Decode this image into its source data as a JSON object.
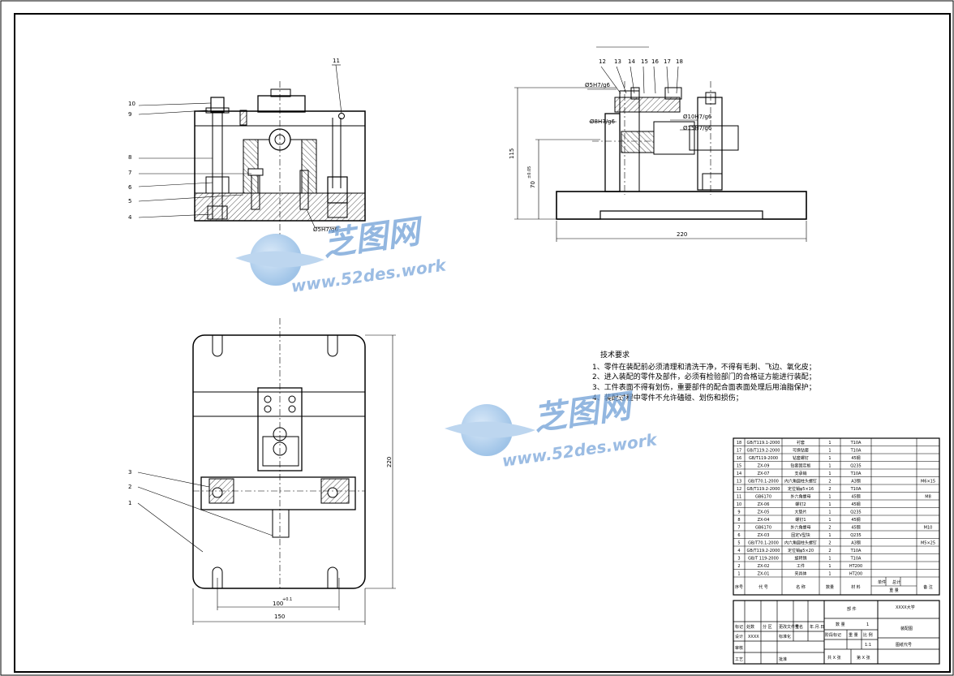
{
  "balloons_front": [
    "10",
    "9",
    "8",
    "7",
    "6",
    "5",
    "4",
    "11"
  ],
  "balloons_side": [
    "12",
    "13",
    "14",
    "15",
    "16",
    "17",
    "18"
  ],
  "balloons_top": [
    "3",
    "2",
    "1"
  ],
  "dims": {
    "front_fit": "Ø5H7/g6",
    "side_fit_top": "Ø5H7/g6",
    "side_fit_left": "Ø8H7/g6",
    "side_fit_mid": "Ø10H7/g6",
    "side_fit_right": "Ø15H7/g6",
    "side_height": "115",
    "side_sub_height": "70",
    "side_sub_tol": "±0.05",
    "side_width": "220",
    "top_height": "220",
    "top_width": "150",
    "top_slot": "100",
    "top_slot_tol": "+0.1"
  },
  "tech_req": {
    "title": "技术要求",
    "lines": [
      "1、零件在装配前必须清理和清洗干净，不得有毛刺、飞边、氧化皮；",
      "2、进入装配的零件及部件，必须有检验部门的合格证方能进行装配；",
      "3、工件表面不得有划伤，重要部件的配合面表面处理后用油脂保护；",
      "4、装配过程中零件不允许磕碰、划伤和损伤；"
    ]
  },
  "watermark": {
    "brand": "芝图网",
    "url": "www.52des.work"
  },
  "bom": {
    "rows": [
      {
        "no": "18",
        "code": "GB/T119.1-2000",
        "name": "衬套",
        "qty": "1",
        "mat": "T10A",
        "note": ""
      },
      {
        "no": "17",
        "code": "GB/T119.2-2000",
        "name": "可换钻套",
        "qty": "1",
        "mat": "T10A",
        "note": ""
      },
      {
        "no": "16",
        "code": "GB/T119-2000",
        "name": "钻套螺钉",
        "qty": "1",
        "mat": "45钢",
        "note": ""
      },
      {
        "no": "15",
        "code": "ZX-09",
        "name": "钻套固定板",
        "qty": "1",
        "mat": "Q235",
        "note": ""
      },
      {
        "no": "14",
        "code": "ZX-07",
        "name": "支承销",
        "qty": "1",
        "mat": "T10A",
        "note": ""
      },
      {
        "no": "13",
        "code": "GB/T70.1-2000",
        "name": "内六角圆柱头螺钉",
        "qty": "2",
        "mat": "A3钢",
        "note": "M6×15"
      },
      {
        "no": "12",
        "code": "GB/T119.2-2000",
        "name": "定位销φ5×16",
        "qty": "2",
        "mat": "T10A",
        "note": ""
      },
      {
        "no": "11",
        "code": "GB6170",
        "name": "外六角螺母",
        "qty": "1",
        "mat": "45钢",
        "note": "M8"
      },
      {
        "no": "10",
        "code": "ZX-06",
        "name": "螺钉2",
        "qty": "1",
        "mat": "45钢",
        "note": ""
      },
      {
        "no": "9",
        "code": "ZX-05",
        "name": "大垫片",
        "qty": "1",
        "mat": "Q235",
        "note": ""
      },
      {
        "no": "8",
        "code": "ZX-04",
        "name": "螺钉1",
        "qty": "1",
        "mat": "45钢",
        "note": ""
      },
      {
        "no": "7",
        "code": "GB6170",
        "name": "外六角螺母",
        "qty": "2",
        "mat": "45钢",
        "note": "M10"
      },
      {
        "no": "6",
        "code": "ZX-03",
        "name": "固定V型块",
        "qty": "1",
        "mat": "Q235",
        "note": ""
      },
      {
        "no": "5",
        "code": "GB/T70.1-2000",
        "name": "内六角圆柱头螺钉",
        "qty": "2",
        "mat": "A3钢",
        "note": "M5×25"
      },
      {
        "no": "4",
        "code": "GB/T119.2-2000",
        "name": "定位销φ5×20",
        "qty": "2",
        "mat": "T10A",
        "note": ""
      },
      {
        "no": "3",
        "code": "GB/T 119-2000",
        "name": "旋转销",
        "qty": "1",
        "mat": "T10A",
        "note": ""
      },
      {
        "no": "2",
        "code": "ZX-02",
        "name": "工件",
        "qty": "1",
        "mat": "HT200",
        "note": ""
      },
      {
        "no": "1",
        "code": "ZX-01",
        "name": "夹具体",
        "qty": "1",
        "mat": "HT200",
        "note": ""
      }
    ],
    "header": {
      "no": "序号",
      "code": "代 号",
      "name": "名 称",
      "qty": "数量",
      "mat": "材 料",
      "single": "单件",
      "total": "总计",
      "weight": "重 量",
      "note": "备 注"
    }
  },
  "title_block": {
    "school": "XXXX大学",
    "part_label": "部 件",
    "qty_label": "数 量",
    "qty_value": "1",
    "drawing_name": "装配图",
    "stage_label": "阶段标记",
    "weight_label": "重 量",
    "scale_label": "比 例",
    "scale_value": "1:1",
    "drawing_no_label": "图纸代号",
    "sheets_label": "共 X 张",
    "sheet_label": "第 X 张",
    "revise": "标记",
    "count": "处数",
    "zone": "分 区",
    "doc_no": "更改文件号",
    "sign": "签名",
    "date": "年.月.日",
    "design": "设计",
    "design_name": "XXXX",
    "standard": "标准化",
    "check": "审核",
    "process": "工艺",
    "approve": "批准"
  }
}
